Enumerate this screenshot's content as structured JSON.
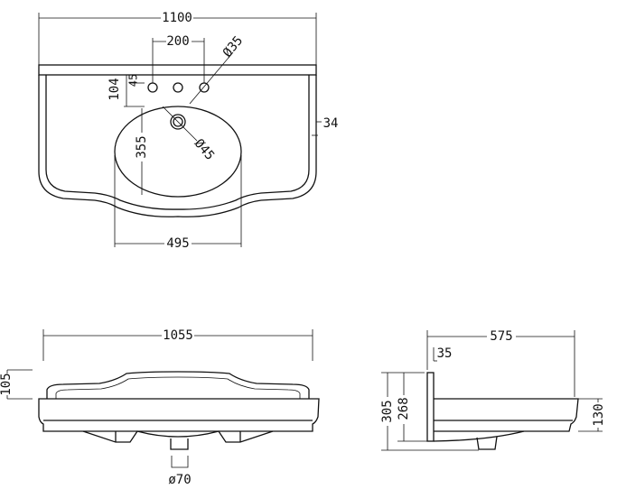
{
  "top_view": {
    "overall_width": "1100",
    "tap_spacing": "200",
    "tap_hole_diameter": "Ø35",
    "tap_offset_from_back": "104",
    "tap_hole_to_rim": "45",
    "bowl_depth": "355",
    "waste_diameter": "Ø45",
    "rim_thickness": "34",
    "bowl_width": "495"
  },
  "front_view": {
    "overall_width": "1055",
    "backsplash_height": "105",
    "waste_outlet_diameter": "ø70"
  },
  "side_view": {
    "overall_depth": "575",
    "backsplash_thickness": "35",
    "total_height": "305",
    "bracket_height": "268",
    "front_height": "130"
  }
}
